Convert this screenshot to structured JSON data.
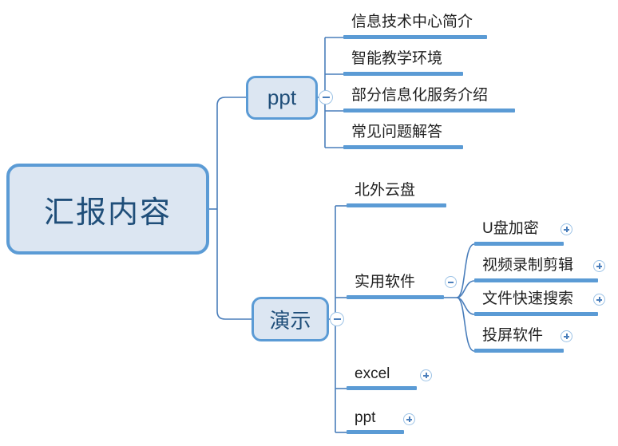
{
  "diagram": {
    "type": "mindmap",
    "title_node": "汇报内容",
    "colors": {
      "node_border": "#5b9bd5",
      "node_fill": "#dce6f2",
      "node_text": "#1f4e79",
      "leaf_bar": "#5b9bd5",
      "leaf_text": "#1f1f1f",
      "connector": "#4a7ebb",
      "toggle_ring": "#9dc3e6"
    },
    "root": {
      "label": "汇报内容"
    },
    "branches": [
      {
        "label": "ppt",
        "toggle": "minus",
        "children": [
          {
            "label": "信息技术中心简介",
            "toggle": "none"
          },
          {
            "label": "智能教学环境",
            "toggle": "none"
          },
          {
            "label": "部分信息化服务介绍",
            "toggle": "none"
          },
          {
            "label": "常见问题解答",
            "toggle": "none"
          }
        ]
      },
      {
        "label": "演示",
        "toggle": "minus",
        "children": [
          {
            "label": "北外云盘",
            "toggle": "none"
          },
          {
            "label": "实用软件",
            "toggle": "minus",
            "children": [
              {
                "label": "U盘加密",
                "toggle": "plus"
              },
              {
                "label": "视频录制剪辑",
                "toggle": "plus"
              },
              {
                "label": "文件快速搜索",
                "toggle": "plus"
              },
              {
                "label": "投屏软件",
                "toggle": "plus"
              }
            ]
          },
          {
            "label": "excel",
            "toggle": "plus"
          },
          {
            "label": "ppt",
            "toggle": "plus"
          }
        ]
      }
    ]
  }
}
